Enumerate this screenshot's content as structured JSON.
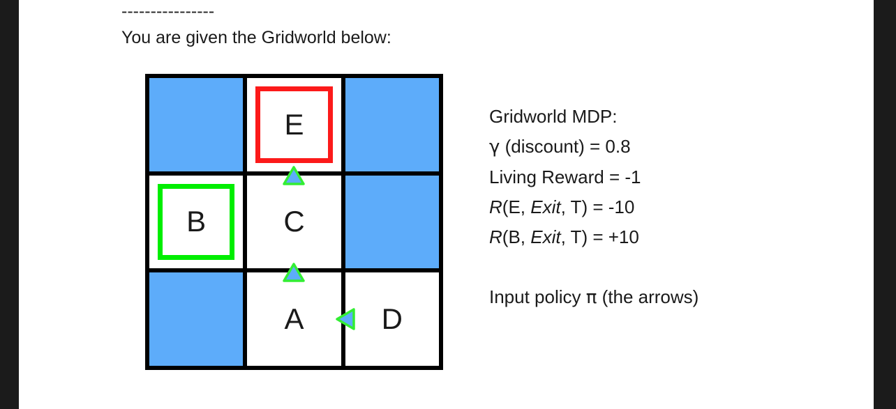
{
  "document": {
    "separator": "----------------",
    "intro": "You are given the Gridworld below:"
  },
  "gridworld": {
    "rows": [
      [
        {
          "name": "cell-r0c0",
          "type": "wall",
          "label": "",
          "marker": "none",
          "arrow": "none"
        },
        {
          "name": "cell-r0c1",
          "type": "state",
          "label": "E",
          "marker": "red",
          "arrow": "none"
        },
        {
          "name": "cell-r0c2",
          "type": "wall",
          "label": "",
          "marker": "none",
          "arrow": "none"
        }
      ],
      [
        {
          "name": "cell-r1c0",
          "type": "state",
          "label": "B",
          "marker": "green",
          "arrow": "none"
        },
        {
          "name": "cell-r1c1",
          "type": "state",
          "label": "C",
          "marker": "none",
          "arrow": "up"
        },
        {
          "name": "cell-r1c2",
          "type": "wall",
          "label": "",
          "marker": "none",
          "arrow": "none"
        }
      ],
      [
        {
          "name": "cell-r2c0",
          "type": "wall",
          "label": "",
          "marker": "none",
          "arrow": "none"
        },
        {
          "name": "cell-r2c1",
          "type": "state",
          "label": "A",
          "marker": "none",
          "arrow": "up"
        },
        {
          "name": "cell-r2c2",
          "type": "state",
          "label": "D",
          "marker": "none",
          "arrow": "left"
        }
      ]
    ],
    "colors": {
      "wall": "#5dacfa",
      "state": "#ffffff",
      "border": "#000000",
      "terminal_negative": "#fc1a1a",
      "terminal_positive": "#00ee00",
      "arrow_fill": "#5dacfa",
      "arrow_outline": "#33ee33"
    }
  },
  "mdp": {
    "heading": "Gridworld MDP:",
    "discount_symbol": "γ",
    "discount_text": " (discount) = 0.8",
    "living_reward": "Living Reward = -1",
    "reward_e": {
      "r": "R",
      "open": "(E, ",
      "exit": "Exit",
      "close": ", T) = -10"
    },
    "reward_b": {
      "r": "R",
      "open": "(B, ",
      "exit": "Exit",
      "close": ", T) = +10"
    },
    "policy_prefix": "Input policy ",
    "policy_symbol": "π",
    "policy_suffix": " (the arrows)"
  }
}
